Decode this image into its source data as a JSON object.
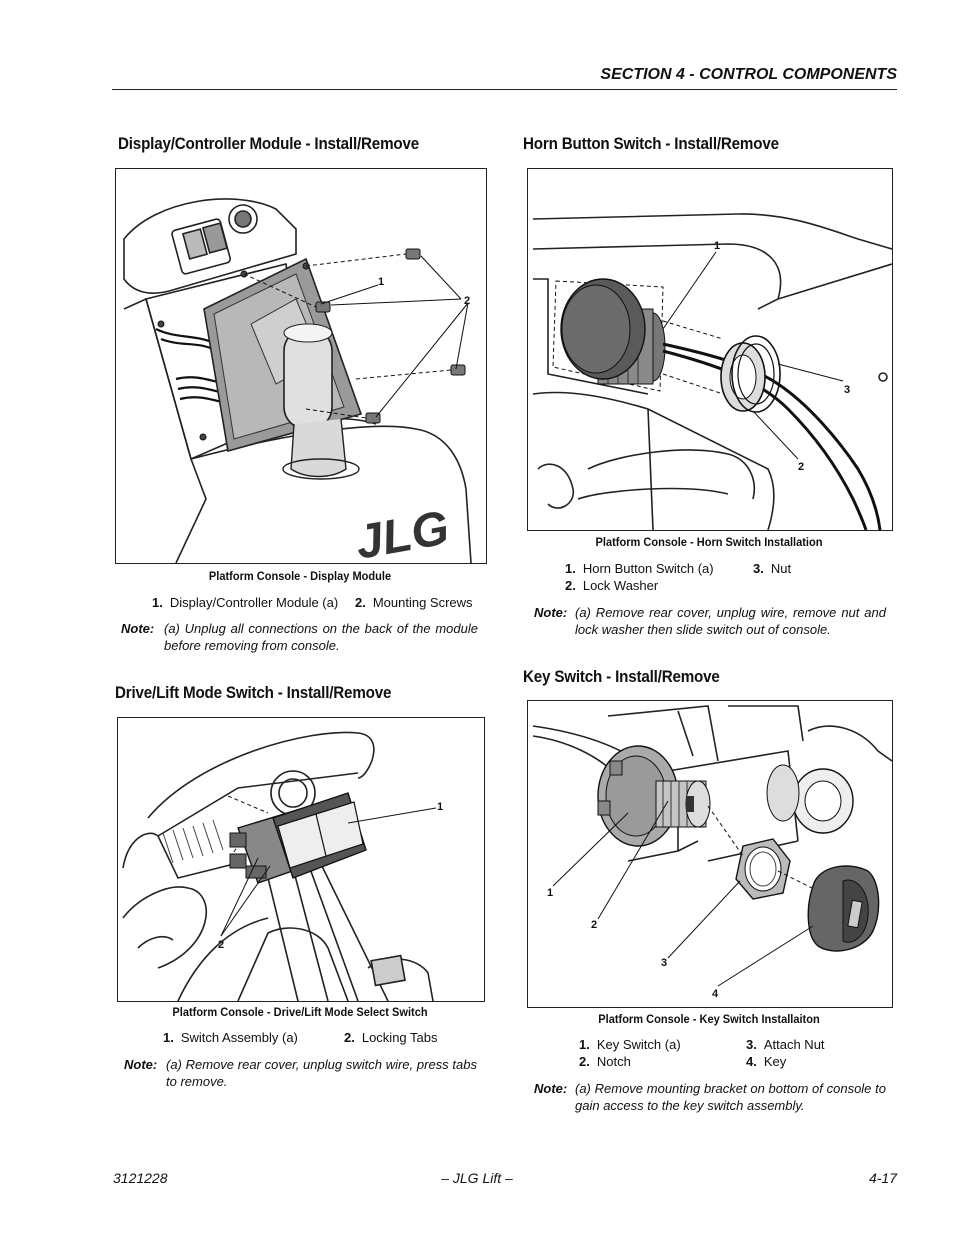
{
  "header": {
    "section_title": "SECTION 4 - CONTROL COMPONENTS"
  },
  "left": {
    "display": {
      "title": "Display/Controller Module - Install/Remove",
      "caption": "Platform Console - Display Module",
      "legend": [
        {
          "num": "1.",
          "text": "Display/Controller Module (a)"
        },
        {
          "num": "2.",
          "text": "Mounting Screws"
        }
      ],
      "note_label": "Note:",
      "note_text": "(a) Unplug all connections on the back of the module before removing from console.",
      "callouts": [
        "1",
        "2"
      ],
      "logo": "JLG"
    },
    "drive": {
      "title": "Drive/Lift Mode Switch - Install/Remove",
      "caption": "Platform Console - Drive/Lift Mode Select Switch",
      "legend": [
        {
          "num": "1.",
          "text": "Switch Assembly (a)"
        },
        {
          "num": "2.",
          "text": "Locking Tabs"
        }
      ],
      "note_label": "Note:",
      "note_text": "(a) Remove rear cover, unplug switch wire, press tabs to remove.",
      "callouts": [
        "1",
        "2"
      ]
    }
  },
  "right": {
    "horn": {
      "title": "Horn Button Switch - Install/Remove",
      "caption": "Platform Console - Horn Switch Installation",
      "legend": [
        {
          "num": "1.",
          "text": "Horn Button Switch (a)"
        },
        {
          "num": "3.",
          "text": "Nut"
        },
        {
          "num": "2.",
          "text": "Lock Washer"
        }
      ],
      "note_label": "Note:",
      "note_text": "(a) Remove rear cover, unplug wire, remove nut and lock washer then slide switch out of console.",
      "callouts": [
        "1",
        "3",
        "2"
      ]
    },
    "key": {
      "title": "Key Switch - Install/Remove",
      "caption": "Platform Console - Key Switch Installaiton",
      "legend": [
        {
          "num": "1.",
          "text": "Key Switch (a)"
        },
        {
          "num": "3.",
          "text": "Attach Nut"
        },
        {
          "num": "2.",
          "text": "Notch"
        },
        {
          "num": "4.",
          "text": "Key"
        }
      ],
      "note_label": "Note:",
      "note_text": "(a) Remove mounting bracket on bottom of console to gain access to the key switch assembly.",
      "callouts": [
        "1",
        "2",
        "3",
        "4"
      ]
    }
  },
  "footer": {
    "doc_number": "3121228",
    "center": "– JLG Lift –",
    "page": "4-17"
  }
}
